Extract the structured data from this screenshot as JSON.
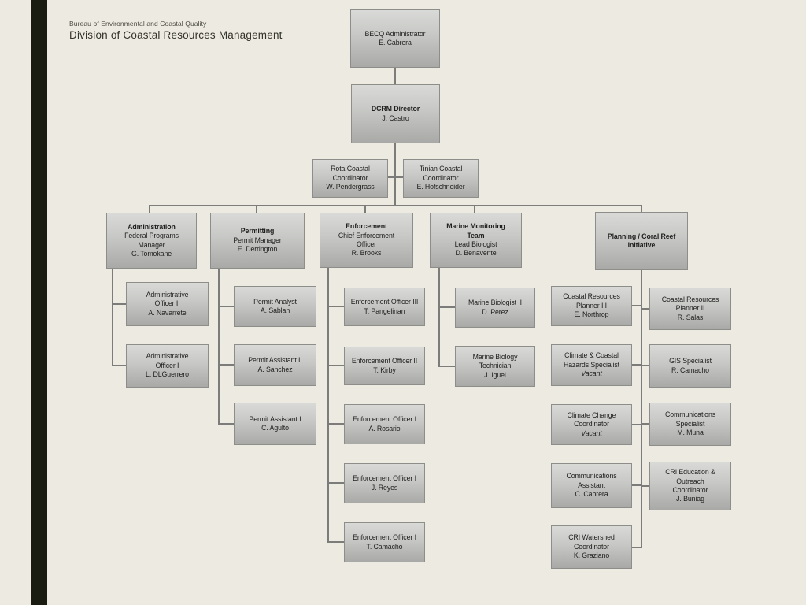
{
  "header": {
    "bureau": "Bureau of Environmental and Coastal Quality",
    "division": "Division of Coastal Resources Management"
  },
  "org": {
    "administrator": {
      "title": "BECQ Administrator",
      "name": "E. Cabrera"
    },
    "director": {
      "title": "DCRM Director",
      "name": "J. Castro"
    },
    "island_coordinators": [
      {
        "title": "Rota Coastal\nCoordinator",
        "name": "W. Pendergrass"
      },
      {
        "title": "Tinian Coastal\nCoordinator",
        "name": "E. Hofschneider"
      }
    ],
    "departments": {
      "administration": {
        "head": {
          "title": "Administration",
          "role": "Federal Programs\nManager",
          "name": "G. Tomokane"
        },
        "members": [
          {
            "title": "Administrative\nOfficer II",
            "name": "A. Navarrete"
          },
          {
            "title": "Administrative\nOfficer I",
            "name": "L. DLGuerrero"
          }
        ]
      },
      "permitting": {
        "head": {
          "title": "Permitting",
          "role": "Permit Manager",
          "name": "E. Derrington"
        },
        "members": [
          {
            "title": "Permit Analyst",
            "name": "A. Sablan"
          },
          {
            "title": "Permit Assistant II",
            "name": "A. Sanchez"
          },
          {
            "title": "Permit Assistant I",
            "name": "C. Agulto"
          }
        ]
      },
      "enforcement": {
        "head": {
          "title": "Enforcement",
          "role": "Chief Enforcement\nOfficer",
          "name": "R. Brooks"
        },
        "members": [
          {
            "title": "Enforcement Officer III",
            "name": "T. Pangelinan"
          },
          {
            "title": "Enforcement Officer II",
            "name": "T. Kirby"
          },
          {
            "title": "Enforcement Officer I",
            "name": "A. Rosario"
          },
          {
            "title": "Enforcement Officer I",
            "name": "J. Reyes"
          },
          {
            "title": "Enforcement Officer I",
            "name": "T. Camacho"
          }
        ]
      },
      "marine_monitoring": {
        "head": {
          "title": "Marine Monitoring\nTeam",
          "role": "Lead Biologist",
          "name": "D. Benavente"
        },
        "members": [
          {
            "title": "Marine Biologist II",
            "name": "D. Perez"
          },
          {
            "title": "Marine Biology\nTechnician",
            "name": "J. Iguel"
          }
        ]
      },
      "planning_cri": {
        "head": {
          "title": "Planning / Coral Reef\nInitiative"
        },
        "left_members": [
          {
            "title": "Coastal Resources\nPlanner III",
            "name": "E. Northrop"
          },
          {
            "title": "Climate & Coastal\nHazards Specialist",
            "name": "Vacant"
          },
          {
            "title": "Climate Change\nCoordinator",
            "name": "Vacant"
          },
          {
            "title": "Communications\nAssistant",
            "name": "C. Cabrera"
          },
          {
            "title": "CRI Watershed\nCoordinator",
            "name": "K. Graziano"
          }
        ],
        "right_members": [
          {
            "title": "Coastal Resources\nPlanner II",
            "name": "R. Salas"
          },
          {
            "title": "GIS Specialist",
            "name": "R. Camacho"
          },
          {
            "title": "Communications\nSpecialist",
            "name": "M. Muna"
          },
          {
            "title": "CRI Education &\nOutreach\nCoordinator",
            "name": "J. Buniag"
          }
        ]
      }
    }
  },
  "colors": {
    "background": "#edebe1",
    "accent_stripe": "#1a1c11",
    "box_top": "#d9dad7",
    "box_bottom": "#a9aaa7",
    "box_border": "#8d8d8a",
    "connector": "#7c7c7a"
  }
}
